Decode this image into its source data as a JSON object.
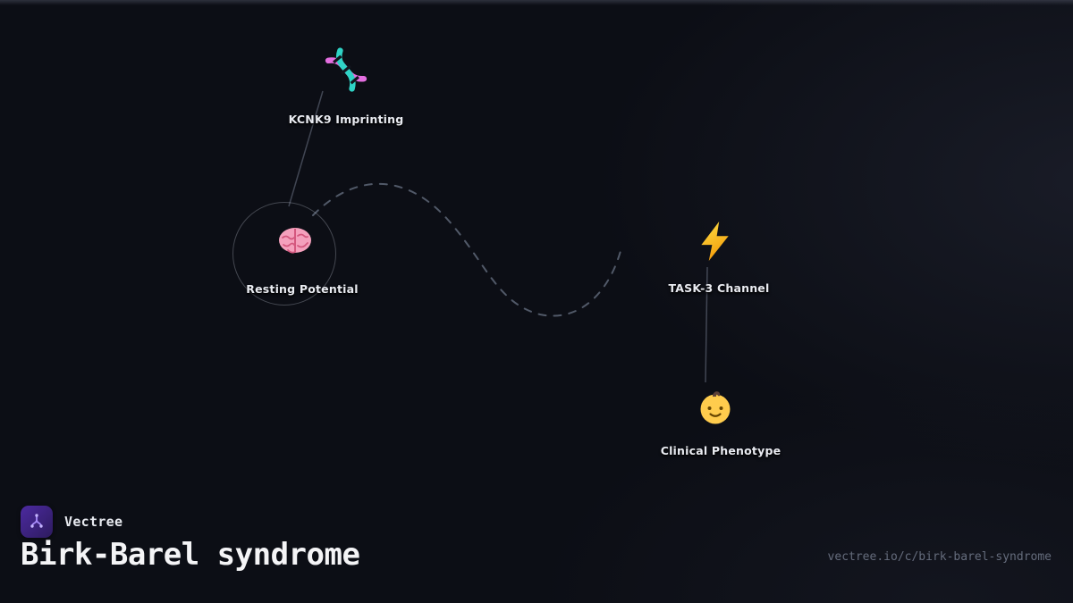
{
  "colors": {
    "background": "#0c0e15",
    "brand_purple": "#4c2aa0",
    "label_text": "#e9ebf1",
    "muted_text": "#656c7c",
    "dna_pink": "#e46ee0",
    "dna_teal": "#2fd3c6",
    "bolt_yellow": "#fbbf24",
    "brain_pink": "#f4a7c0",
    "baby_yellow": "#ffcc4d"
  },
  "graph": {
    "nodes": [
      {
        "label": "KCNK9 Imprinting",
        "icon": "dna-icon",
        "selected": false
      },
      {
        "label": "Resting Potential",
        "icon": "brain-icon",
        "selected": true
      },
      {
        "label": "TASK-3 Channel",
        "icon": "lightning-icon",
        "selected": false
      },
      {
        "label": "Clinical Phenotype",
        "icon": "baby-icon",
        "selected": false
      }
    ],
    "edges": [
      {
        "from": "KCNK9 Imprinting",
        "to": "Resting Potential",
        "style": "solid"
      },
      {
        "from": "Resting Potential",
        "to": "TASK-3 Channel",
        "style": "dashed"
      },
      {
        "from": "TASK-3 Channel",
        "to": "Clinical Phenotype",
        "style": "solid"
      }
    ]
  },
  "footer": {
    "brand": "Vectree",
    "logo_icon": "vectree-logo-icon",
    "page_title": "Birk-Barel syndrome",
    "url": "vectree.io/c/birk-barel-syndrome"
  }
}
